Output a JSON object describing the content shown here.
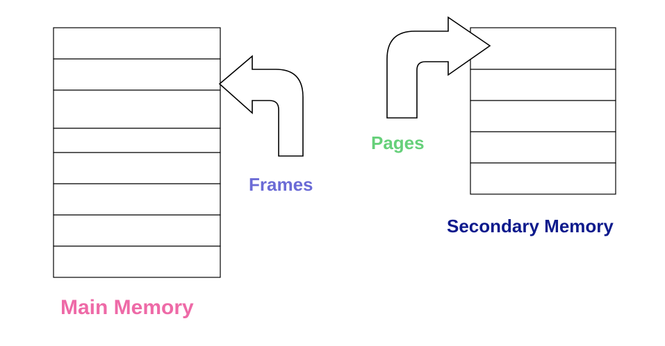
{
  "labels": {
    "main_memory": "Main Memory",
    "frames": "Frames",
    "pages": "Pages",
    "secondary_memory": "Secondary Memory"
  },
  "colors": {
    "main_memory": "#ee6aa7",
    "frames": "#6b6bd6",
    "pages": "#66d07a",
    "secondary_memory": "#0d1a8c",
    "stroke": "#000000"
  },
  "main_memory_slots": 8,
  "secondary_memory_slots": 5
}
